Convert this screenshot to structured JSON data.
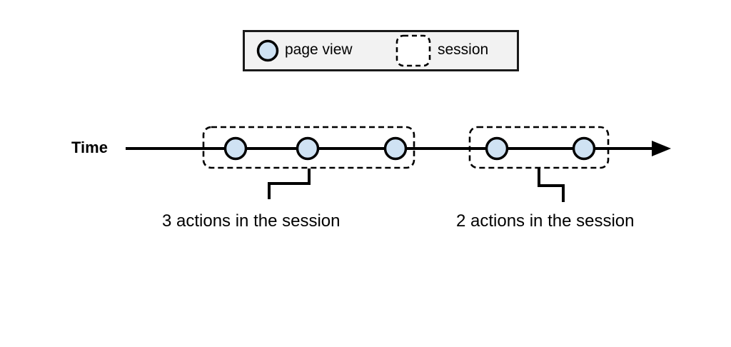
{
  "diagram": {
    "title_axis_label": "Time",
    "legend": {
      "box": {
        "fill": "#f2f2f2",
        "stroke": "#1a1a1a"
      },
      "items": [
        {
          "icon": "page-view-circle-icon",
          "label": "page view",
          "fill": "#cfe2f3",
          "stroke": "#000000"
        },
        {
          "icon": "session-dashed-box-icon",
          "label": "session",
          "fill": "#ffffff",
          "stroke": "#000000"
        }
      ]
    },
    "timeline": {
      "arrow_color": "#000000",
      "line_color": "#000000",
      "node_fill": "#cfe2f3",
      "node_stroke": "#000000",
      "session_stroke": "#000000",
      "sessions": [
        {
          "id": "session-1",
          "node_count": 3,
          "caption": "3 actions in the session"
        },
        {
          "id": "session-2",
          "node_count": 2,
          "caption": "2 actions in the session"
        }
      ]
    }
  }
}
